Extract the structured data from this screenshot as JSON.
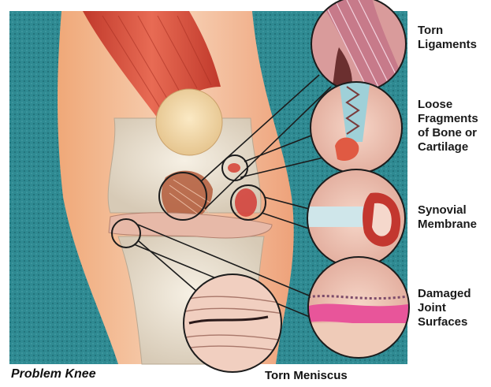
{
  "callouts": {
    "torn_ligaments": "Torn\nLigaments",
    "loose_fragments": "Loose\nFragments\nof Bone or\nCartilage",
    "synovial_membrane": "Synovial\nMembrane",
    "damaged_joint_surfaces": "Damaged\nJoint\nSurfaces"
  },
  "captions": {
    "problem_knee": "Problem Knee",
    "torn_meniscus": "Torn Meniscus"
  }
}
